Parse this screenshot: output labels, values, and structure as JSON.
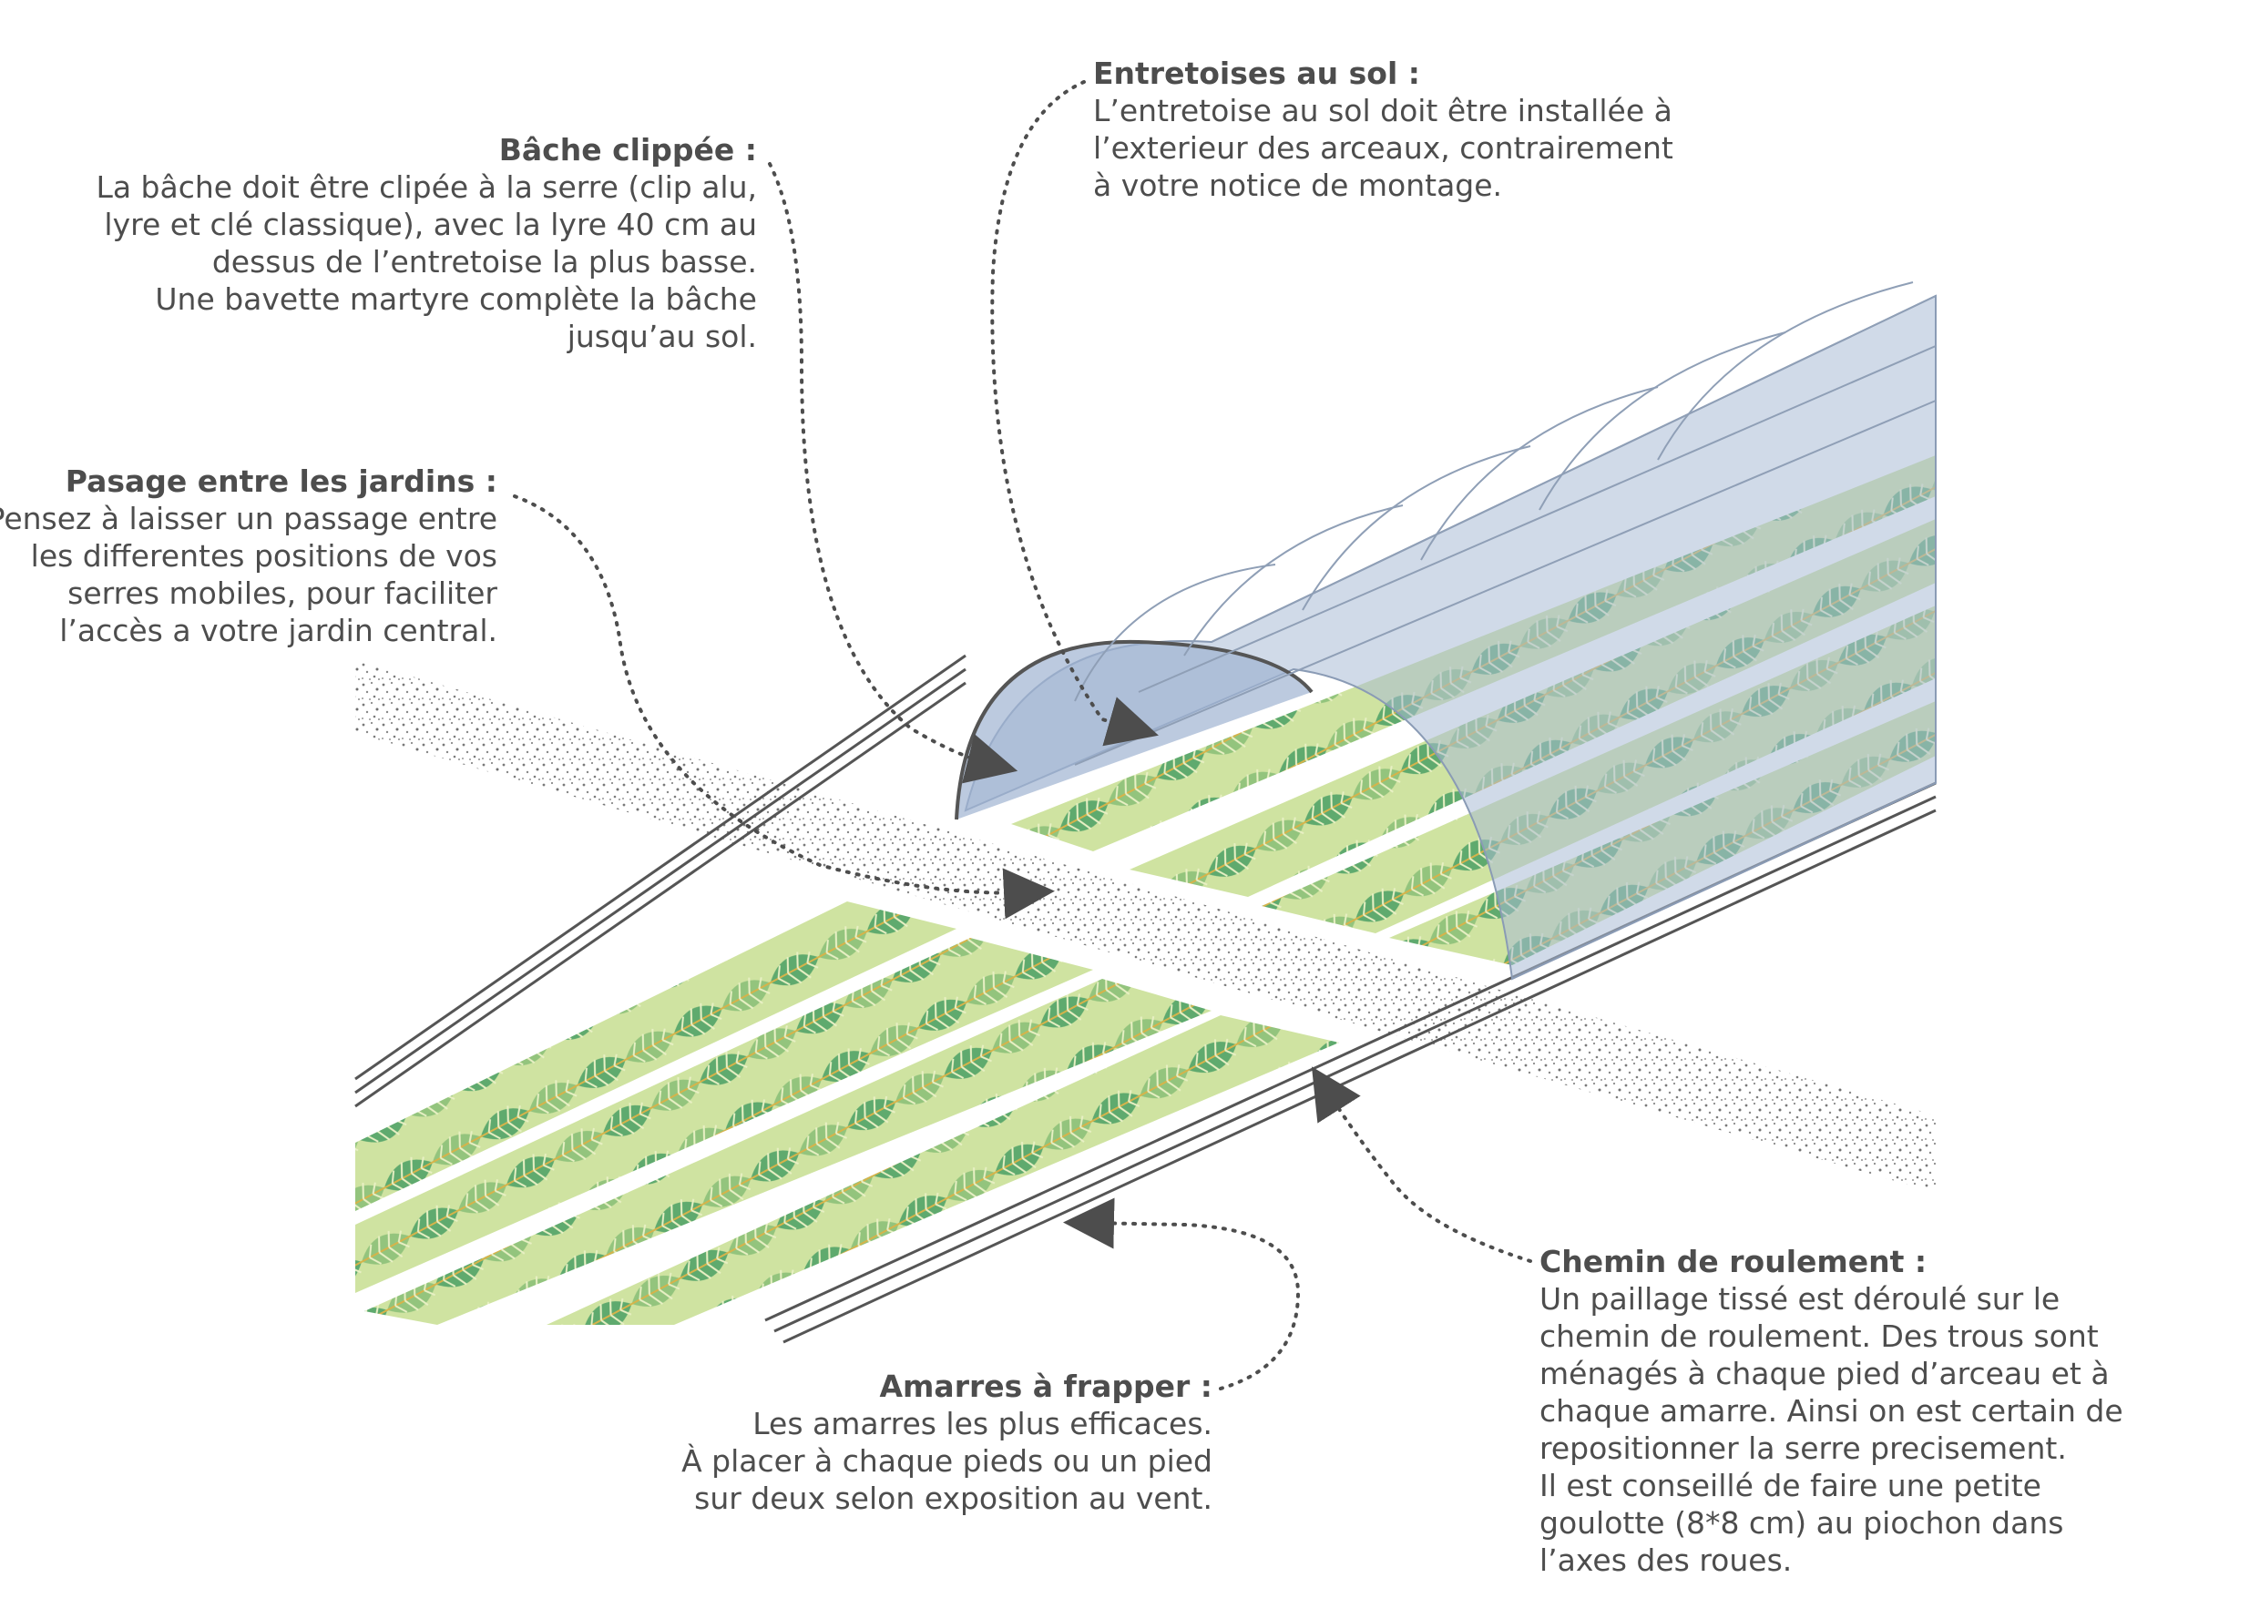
{
  "colors": {
    "text": "#4d4d4d",
    "leaf_dark": "#5aa86a",
    "leaf_mid": "#8ec27a",
    "leaf_light": "#d9e8a6",
    "tunnel_cover": "#a9bcd6",
    "gravel": "#777777",
    "frame": "#555555"
  },
  "annotations": {
    "bache": {
      "title": "Bâche clippée :",
      "lines": [
        "La bâche doit être clipée à la serre (clip alu,",
        "lyre et clé classique), avec la lyre 40 cm au",
        "dessus de l’entretoise la plus basse.",
        "Une bavette martyre complète la bâche",
        "jusqu’au sol."
      ]
    },
    "passage": {
      "title": "Pasage entre les jardins :",
      "lines": [
        "Pensez à laisser un passage entre",
        "les differentes positions de vos",
        "serres mobiles, pour faciliter",
        "l’accès a votre jardin central."
      ]
    },
    "entretoises": {
      "title": "Entretoises au sol :",
      "lines": [
        "L’entretoise au sol doit être installée à",
        "l’exterieur des arceaux, contrairement",
        "à votre notice de montage."
      ]
    },
    "amarres": {
      "title": "Amarres à frapper :",
      "lines": [
        "Les amarres les plus efficaces.",
        "À placer à chaque pieds ou un pied",
        "sur deux selon exposition au vent."
      ]
    },
    "chemin": {
      "title": "Chemin de roulement :",
      "lines": [
        "Un paillage tissé est déroulé sur le",
        "chemin de roulement. Des trous sont",
        "ménagés à chaque pied d’arceau et à",
        "chaque amarre. Ainsi on est certain de",
        "repositionner la serre precisement.",
        "Il est conseillé de faire une petite",
        "goulotte (8*8 cm) au piochon dans",
        "l’axes des roues."
      ]
    }
  }
}
